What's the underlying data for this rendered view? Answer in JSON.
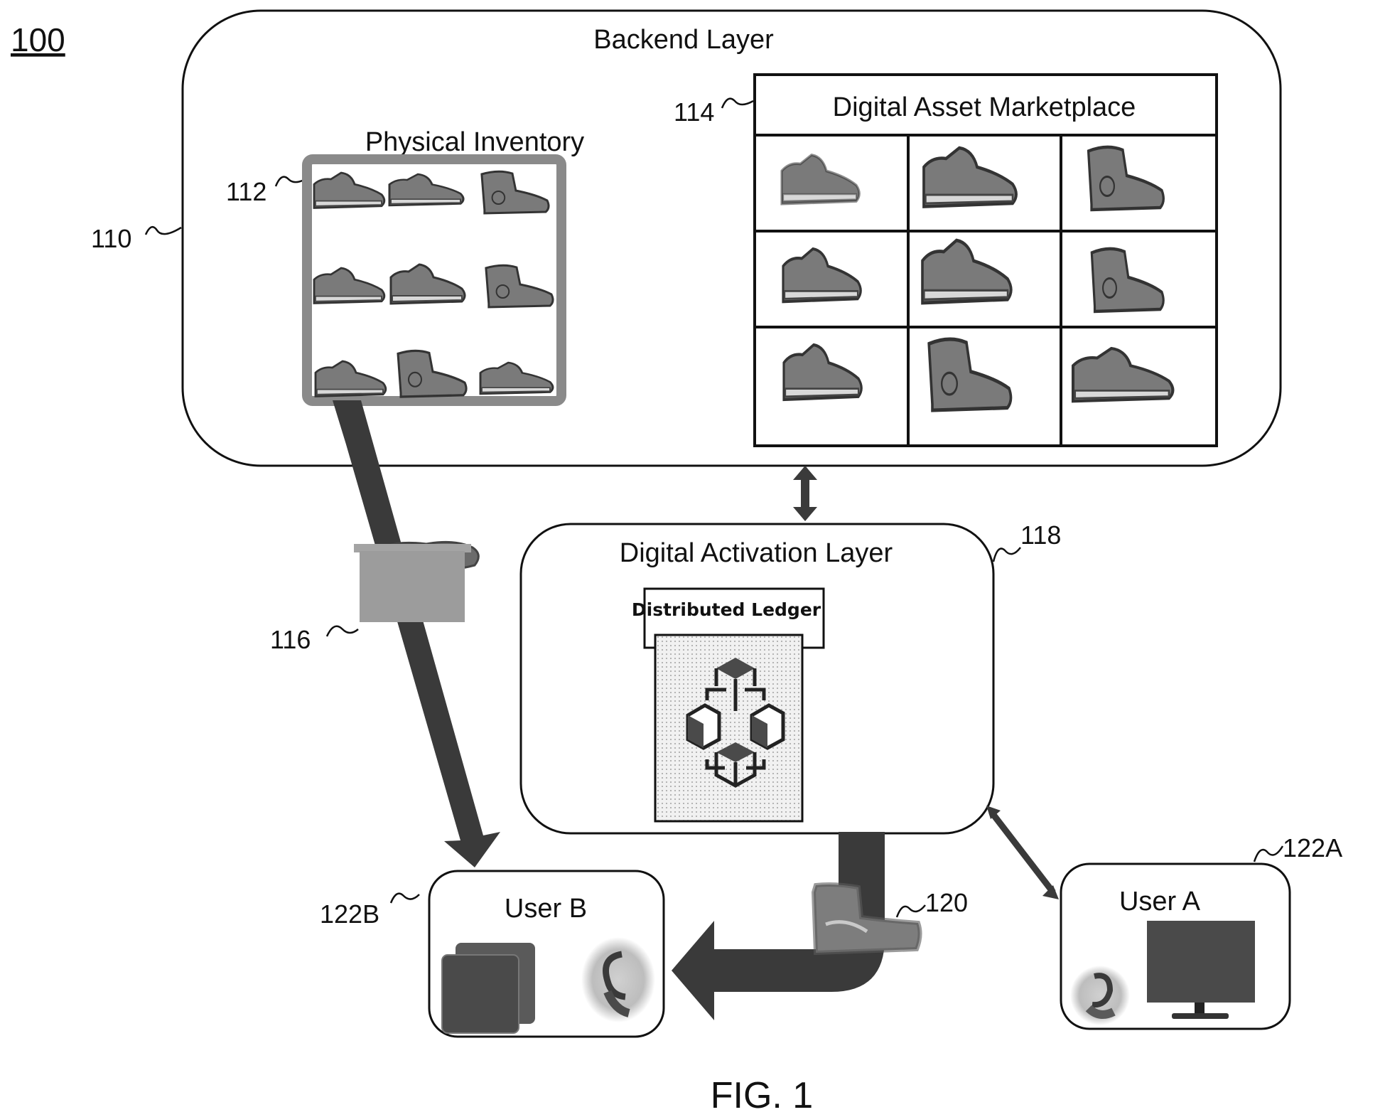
{
  "figure": {
    "number_label": "100",
    "caption": "FIG. 1"
  },
  "backend": {
    "title": "Backend Layer",
    "ref": "110",
    "physical_inventory": {
      "title": "Physical Inventory",
      "ref": "112",
      "item_count": 9
    },
    "marketplace": {
      "title": "Digital Asset Marketplace",
      "ref": "114",
      "rows": 3,
      "columns": 3
    }
  },
  "shipment": {
    "ref": "116",
    "icon": "shoe-in-box-icon"
  },
  "activation": {
    "title": "Digital Activation Layer",
    "ref": "118",
    "ledger": {
      "title": "Distributed Ledger",
      "icon": "blockchain-cubes-icon"
    }
  },
  "digital_asset": {
    "ref": "120",
    "icon": "digital-shoe-icon"
  },
  "users": {
    "user_a": {
      "label": "User A",
      "ref": "122A",
      "devices": [
        "avatar-icon",
        "desktop-monitor-icon"
      ]
    },
    "user_b": {
      "label": "User B",
      "ref": "122B",
      "devices": [
        "tablet-icon",
        "avatar-icon"
      ]
    }
  },
  "colors": {
    "ink": "#111111",
    "arrow": "#3a3a3a",
    "box_fill": "#9a9a9a",
    "device_fill": "#4a4a4a"
  }
}
